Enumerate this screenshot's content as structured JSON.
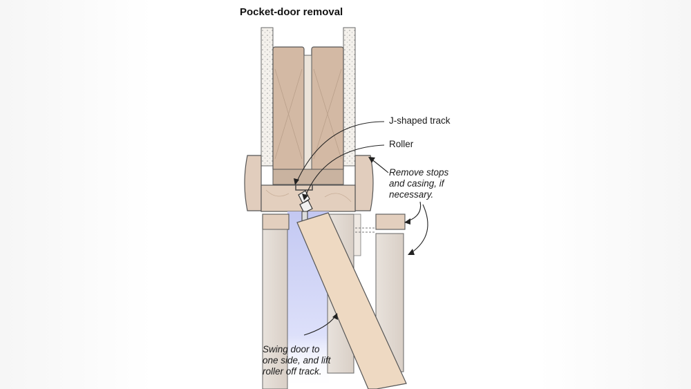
{
  "title": "Pocket-door removal",
  "labels": {
    "track": "J-shaped track",
    "roller": "Roller",
    "stops": [
      "Remove stops",
      "and casing, if",
      "necessary."
    ],
    "swing": [
      "Swing door to",
      "one side, and lift",
      "roller off track."
    ]
  },
  "colors": {
    "wood": "#d8c0a8",
    "wood_dark": "#c9ab90",
    "jamb": "#e6d2c0",
    "door_leaf": "#efdcc8",
    "pocket_glow": "#b9bff0",
    "drywall": "#f3efe8",
    "outline": "#555555"
  }
}
